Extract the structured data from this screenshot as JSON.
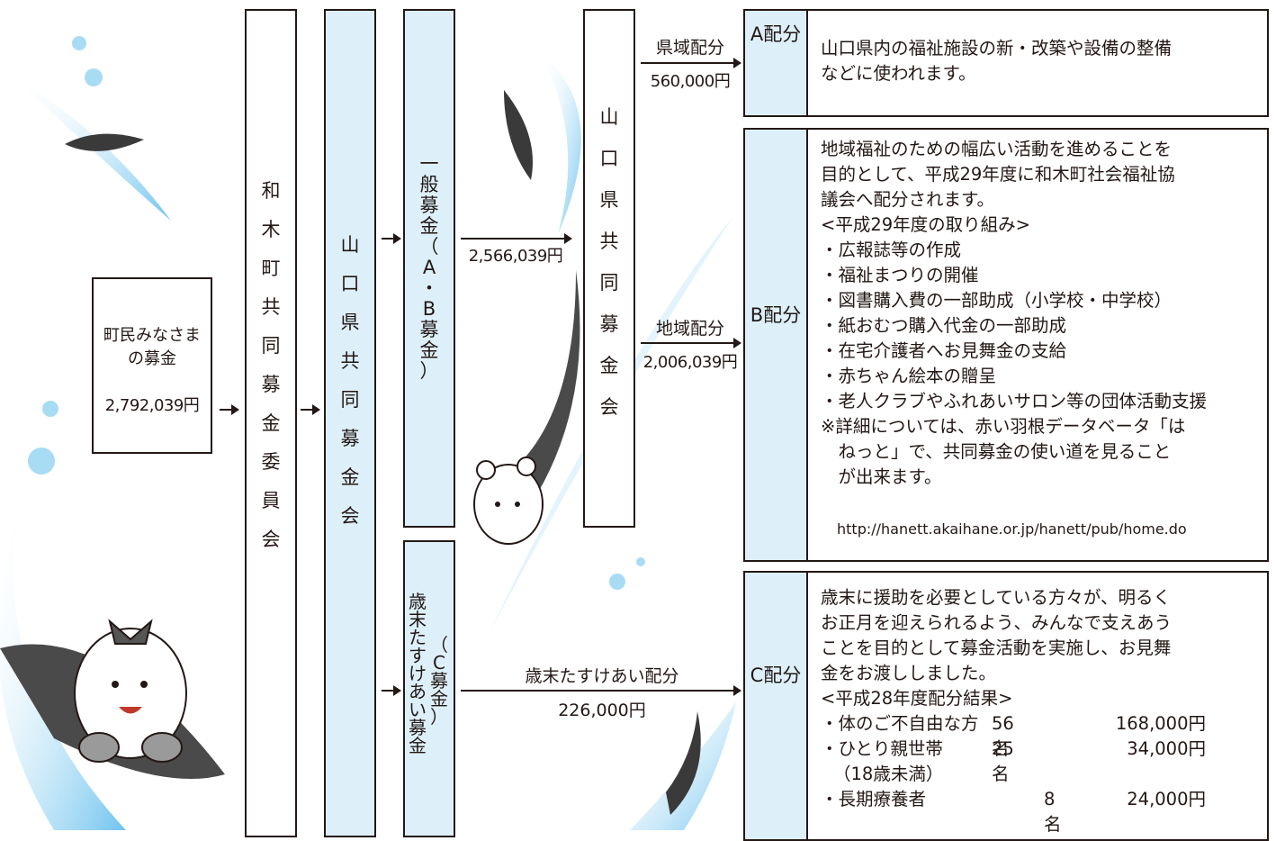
{
  "source_box": {
    "line1": "町民みなさま",
    "line2": "の募金",
    "amount": "2,792,039円"
  },
  "committee": {
    "chars": [
      "和",
      "木",
      "町",
      "共",
      "同",
      "募",
      "金",
      "委",
      "員",
      "会"
    ]
  },
  "pref_fund": {
    "chars": [
      "山",
      "口",
      "県",
      "共",
      "同",
      "募",
      "金",
      "会"
    ]
  },
  "general_fund": {
    "chars": [
      "一",
      "般",
      "募",
      "金",
      "（",
      "A",
      "・",
      "B",
      "募",
      "金",
      "）"
    ]
  },
  "yearend_fund": {
    "chars": [
      "歳",
      "末",
      "た",
      "す",
      "け",
      "あ",
      "い",
      "募",
      "金"
    ],
    "sub_chars": [
      "（",
      "C",
      "募",
      "金",
      "）"
    ]
  },
  "pref_fund_right": {
    "chars": [
      "山",
      "口",
      "県",
      "共",
      "同",
      "募",
      "金",
      "会"
    ]
  },
  "flows": {
    "general_amount": "2,566,039円",
    "a_label": "県域配分",
    "a_amount": "560,000円",
    "b_label": "地域配分",
    "b_amount": "2,006,039円",
    "c_label": "歳末たすけあい配分",
    "c_amount": "226,000円"
  },
  "alloc": {
    "a": [
      "A",
      "配",
      "分"
    ],
    "b": [
      "B",
      "配",
      "分"
    ],
    "c": [
      "C",
      "配",
      "分"
    ]
  },
  "desc_a": {
    "text": "山口県内の福祉施設の新・改築や設備の整備\nなどに使われます。"
  },
  "desc_b": {
    "text": "地域福祉のための幅広い活動を進めることを\n目的として、平成29年度に和木町社会福祉協\n議会へ配分されます。\n<平成29年度の取り組み>\n・広報誌等の作成\n・福祉まつりの開催\n・図書購入費の一部助成（小学校・中学校）\n・紙おむつ購入代金の一部助成\n・在宅介護者へお見舞金の支給\n・赤ちゃん絵本の贈呈\n・老人クラブやふれあいサロン等の団体活動支援\n※詳細については、赤い羽根データベータ「は\n　ねっと」で、共同募金の使い道を見ること\n　が出来ます。",
    "url": "http://hanett.akaihane.or.jp/hanett/pub/home.do"
  },
  "desc_c": {
    "text": "歳末に援助を必要としている方々が、明るく\nお正月を迎えられるよう、みんなで支えあう\nことを目的として募金活動を実施し、お見舞\n金をお渡ししました。\n<平成28年度配分結果>",
    "rows": [
      {
        "label": "・体のご不自由な方",
        "count": "56名",
        "amount": "168,000円"
      },
      {
        "label": "・ひとり親世帯",
        "count": "25名",
        "amount": "34,000円"
      },
      {
        "label": "（18歳未満）",
        "count": "",
        "amount": ""
      },
      {
        "label": "・長期療養者",
        "count": "8名",
        "amount": "24,000円"
      }
    ]
  },
  "colors": {
    "line": "#231815",
    "box_fill": "#ddf0fa",
    "feather_blue": "#6fc3ee",
    "feather_dark": "#3a3a3a"
  }
}
